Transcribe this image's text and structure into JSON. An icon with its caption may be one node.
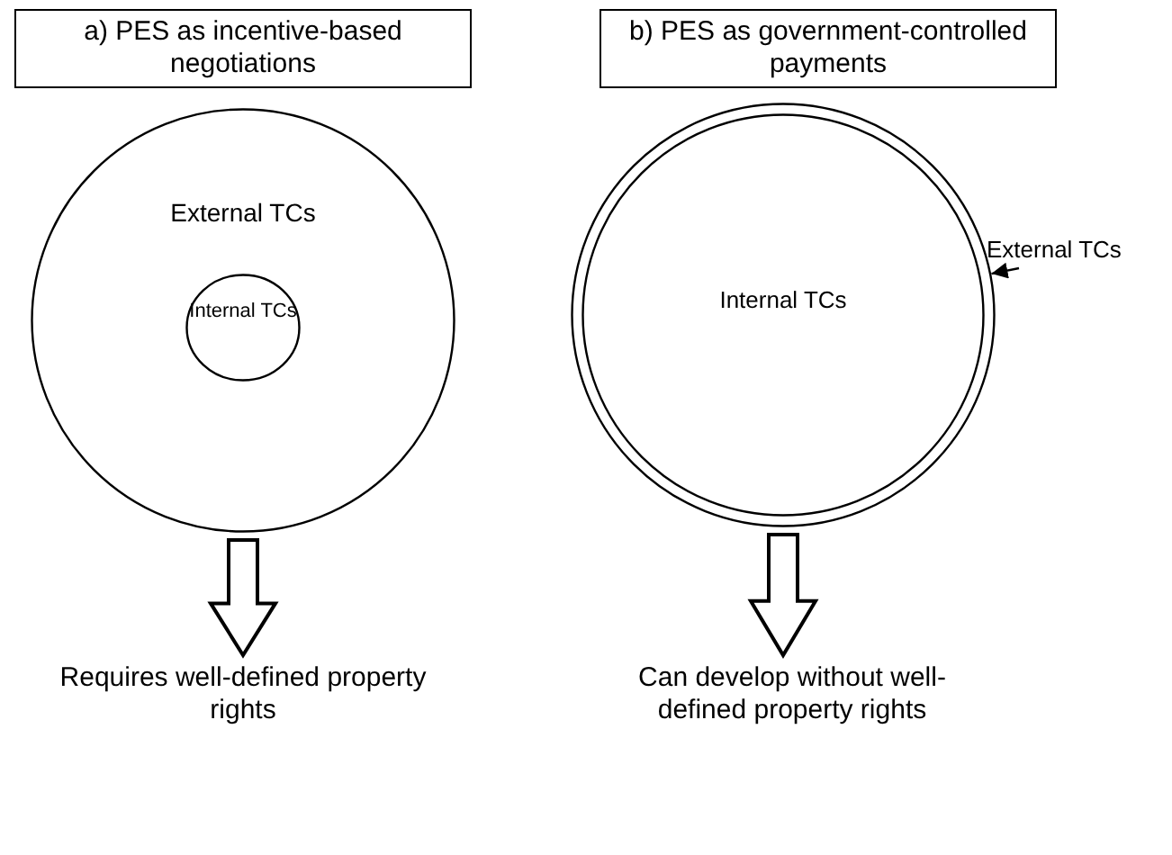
{
  "diagram": {
    "nodes": [
      {
        "text": [
          "a) PES as incentive-based negotiations"
        ]
      },
      {
        "text": [
          "b) PES as government-controlled payments"
        ]
      },
      {
        "text": [
          "External TCs"
        ]
      },
      {
        "text": [
          "Internal TCs"
        ],
        "in": 2
      },
      {
        "text": [],
        "shape": "circle"
      },
      {
        "text": [
          "Internal TCs"
        ],
        "in": 4
      },
      {
        "text": [
          "External TCs"
        ]
      },
      {
        "text": [
          "Requires well-defined property rights"
        ]
      },
      {
        "text": [
          "Can develop without well-defined property rights"
        ]
      }
    ],
    "edges": [
      {
        "from": 6,
        "to": 4,
        "arrow": "to"
      },
      {
        "from": 2,
        "to": 7,
        "arrow": "to",
        "style": "thick"
      },
      {
        "from": 4,
        "to": 8,
        "arrow": "to",
        "style": "thick"
      }
    ]
  }
}
